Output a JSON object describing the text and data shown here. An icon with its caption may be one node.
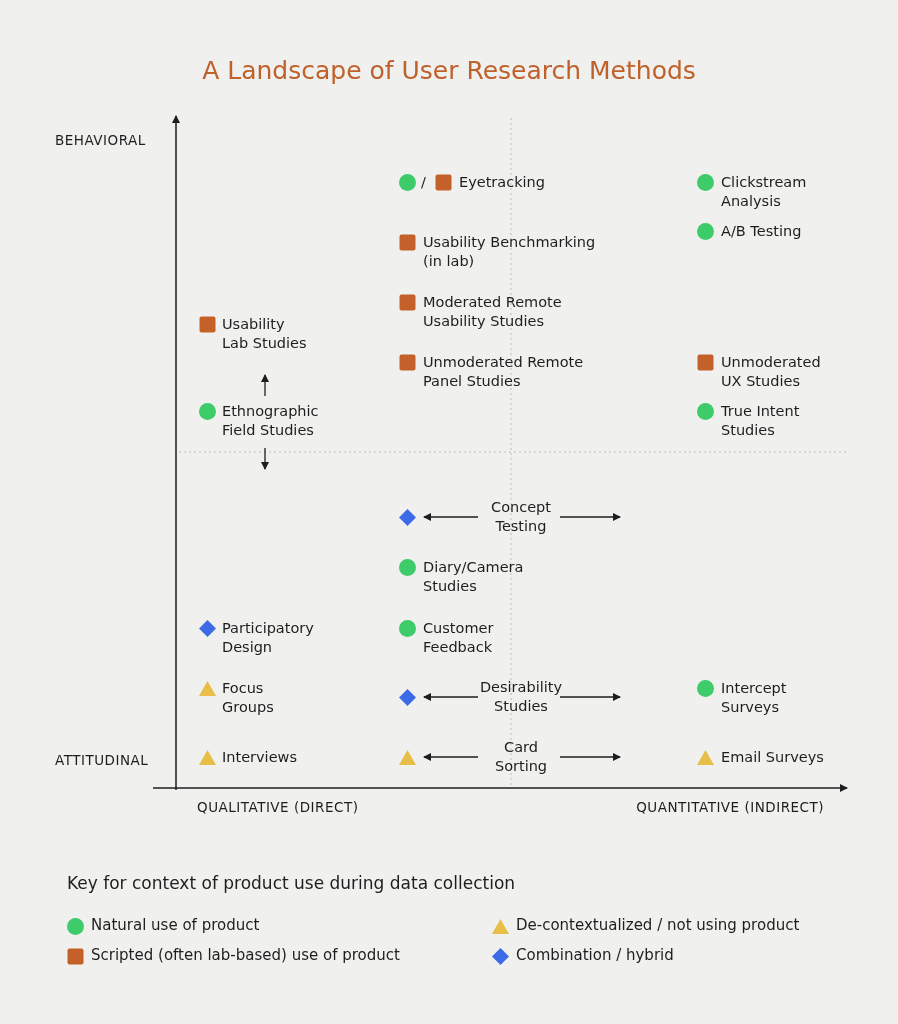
{
  "diagram": {
    "title": "A Landscape of User Research Methods",
    "nodes": [
      {
        "text": [
          "Eyetracking"
        ]
      },
      {
        "text": [
          "Clickstream Analysis"
        ]
      },
      {
        "text": [
          "A/B Testing"
        ]
      },
      {
        "text": [
          "Usability Benchmarking (in lab)"
        ]
      },
      {
        "text": [
          "Moderated Remote Usability Studies"
        ]
      },
      {
        "text": [
          "Usability Lab Studies"
        ]
      },
      {
        "text": [
          "Unmoderated Remote Panel Studies"
        ]
      },
      {
        "text": [
          "Unmoderated UX Studies"
        ]
      },
      {
        "text": [
          "Ethnographic Field Studies"
        ]
      },
      {
        "text": [
          "True Intent Studies"
        ]
      },
      {
        "text": [
          "Concept Testing"
        ]
      },
      {
        "text": [
          "Diary/Camera Studies"
        ]
      },
      {
        "text": [
          "Participatory Design"
        ]
      },
      {
        "text": [
          "Customer Feedback"
        ]
      },
      {
        "text": [
          "Focus Groups"
        ]
      },
      {
        "text": [
          "Desirability Studies"
        ]
      },
      {
        "text": [
          "Intercept Surveys"
        ]
      },
      {
        "text": [
          "Interviews"
        ]
      },
      {
        "text": [
          "Card Sorting"
        ]
      },
      {
        "text": [
          "Email Surveys"
        ]
      }
    ],
    "labels": [
      "BEHAVIORAL",
      "/",
      "ATTITUDINAL",
      "QUALITATIVE (DIRECT)",
      "QUANTITATIVE (INDIRECT)",
      "Key for context of product use during data collection"
    ],
    "legend": [
      {
        "text": "Natural use of product",
        "color": "#3ecb6a"
      },
      {
        "text": "De-contextualized / not using product",
        "color": "#e6be48"
      },
      {
        "text": "Scripted (often lab-based) use of product",
        "color": "#c4602a"
      },
      {
        "text": "Combination / hybrid",
        "color": "#3d6be8"
      }
    ]
  }
}
